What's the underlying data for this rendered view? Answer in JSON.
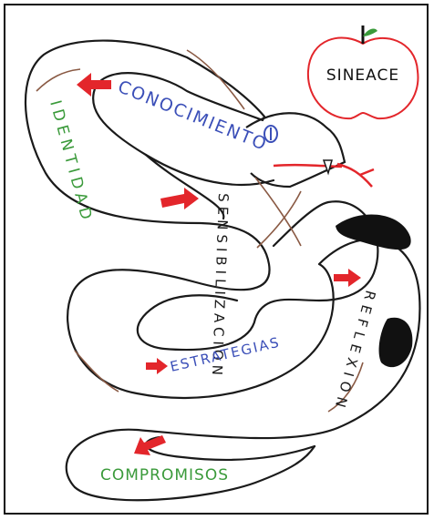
{
  "logo": {
    "text": "SINEACE"
  },
  "words": {
    "conocimiento": "CONOCIMIENTO",
    "identidad": "IDENTIDAD",
    "sensibilizacion": "SENSIBILIZACION",
    "estrategias": "ESTRATEGIAS",
    "reflexion": "REFLEXION",
    "compromisos": "COMPROMISOS"
  },
  "colors": {
    "outline": "#1a1a1a",
    "blue": "#3b4fb8",
    "green": "#3a9a3a",
    "red": "#e3262b",
    "brown": "#8a5a44",
    "black_spots": "#111111"
  }
}
